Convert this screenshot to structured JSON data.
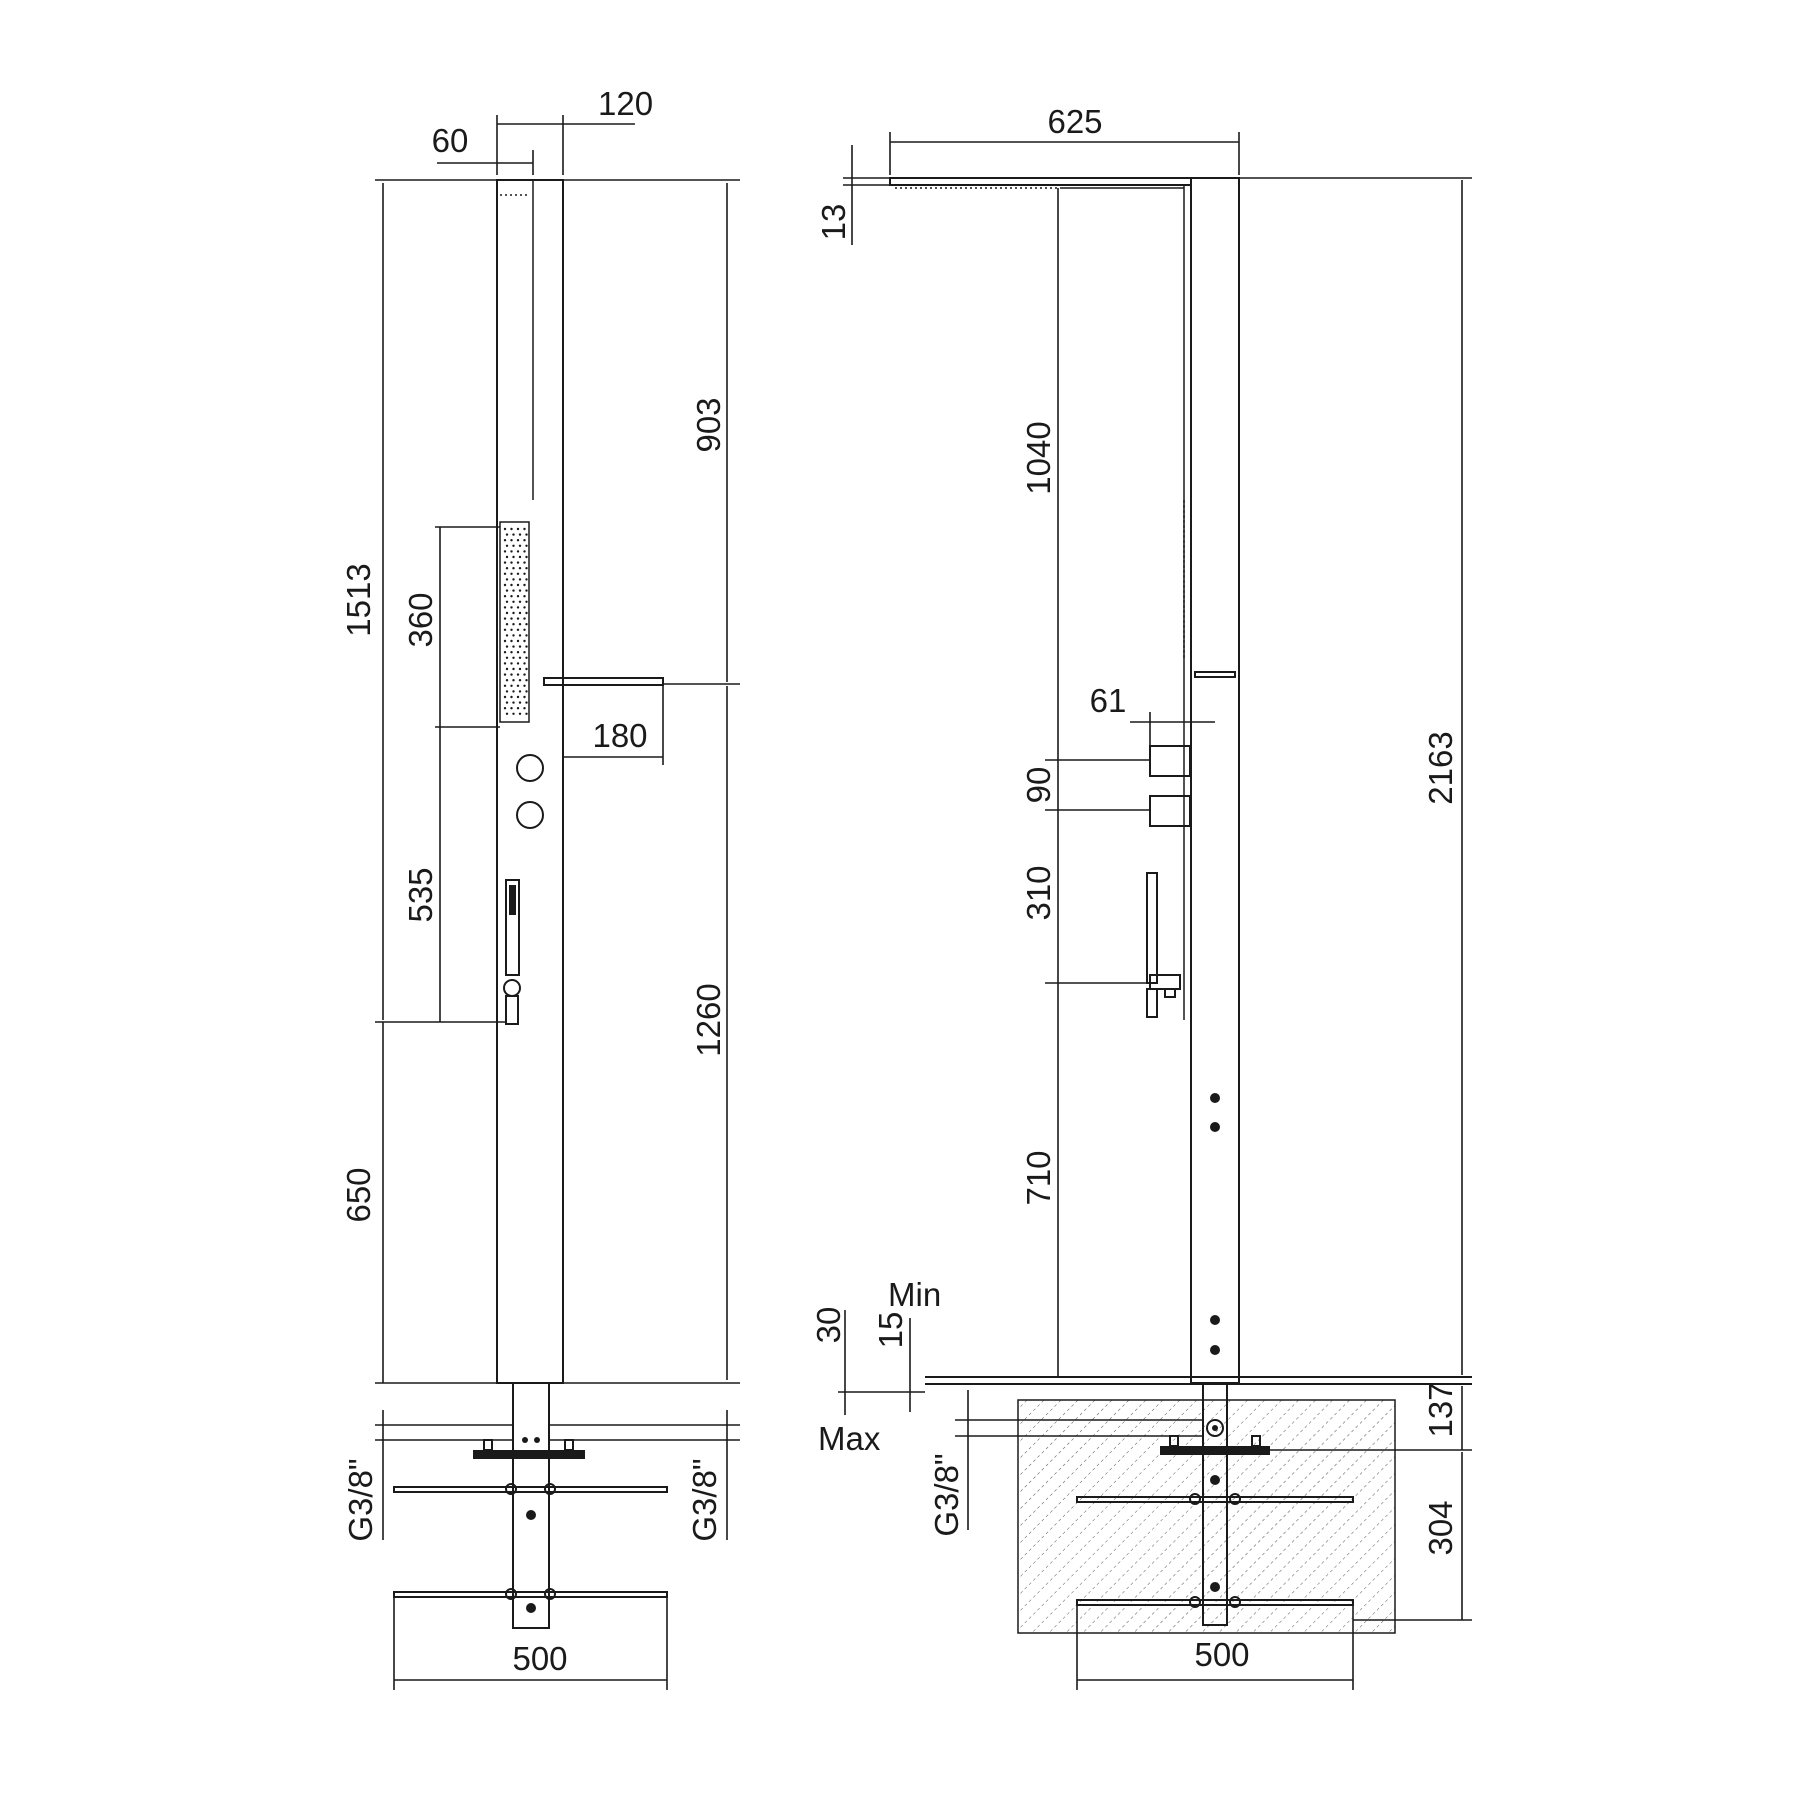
{
  "colors": {
    "line": "#1a1a1a",
    "background": "#ffffff"
  },
  "front_view": {
    "labels": {
      "d120": "120",
      "d60": "60",
      "d903": "903",
      "d1513": "1513",
      "d360": "360",
      "d180": "180",
      "d535": "535",
      "d1260": "1260",
      "d650": "650",
      "g38_left": "G3/8\"",
      "g38_right": "G3/8\"",
      "d500": "500"
    }
  },
  "side_view": {
    "labels": {
      "d625": "625",
      "d13": "13",
      "d1040": "1040",
      "d2163": "2163",
      "d61": "61",
      "d90": "90",
      "d310": "310",
      "d710": "710",
      "min": "Min",
      "max": "Max",
      "d30": "30",
      "d15": "15",
      "g38": "G3/8\"",
      "d137": "137",
      "d304": "304",
      "d500": "500"
    }
  }
}
